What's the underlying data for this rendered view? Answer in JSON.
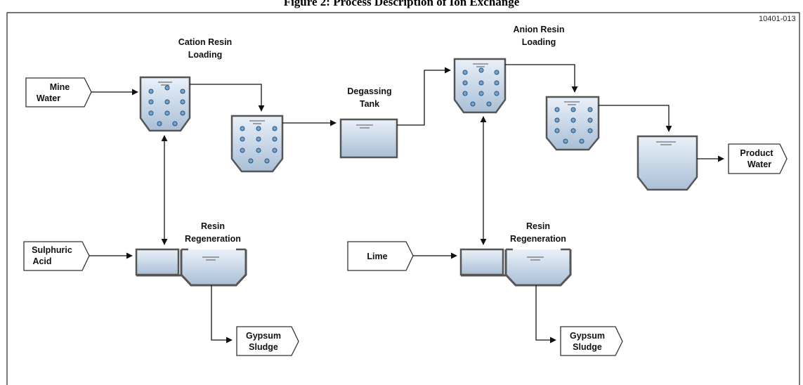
{
  "title": "Figure 2: Process Description of Ion Exchange",
  "ref_code": "10401-013",
  "labels": {
    "cation_loading": [
      "Cation Resin",
      "Loading"
    ],
    "anion_loading": [
      "Anion Resin",
      "Loading"
    ],
    "degassing": [
      "Degassing",
      "Tank"
    ],
    "regen_left": [
      "Resin",
      "Regeneration"
    ],
    "regen_right": [
      "Resin",
      "Regeneration"
    ]
  },
  "streams": {
    "mine_water": [
      "Mine",
      "Water"
    ],
    "sulphuric_acid": [
      "Sulphuric",
      "Acid"
    ],
    "lime": [
      "Lime"
    ],
    "gypsum_left": [
      "Gypsum",
      "Sludge"
    ],
    "gypsum_right": [
      "Gypsum",
      "Sludge"
    ],
    "product_water": [
      "Product",
      "Water"
    ]
  },
  "colors": {
    "water_top": "#eaf1f9",
    "water_bottom": "#a9bfd6",
    "tank_wall": "#555555",
    "bead": "#6ea6d6",
    "line": "#111111"
  }
}
